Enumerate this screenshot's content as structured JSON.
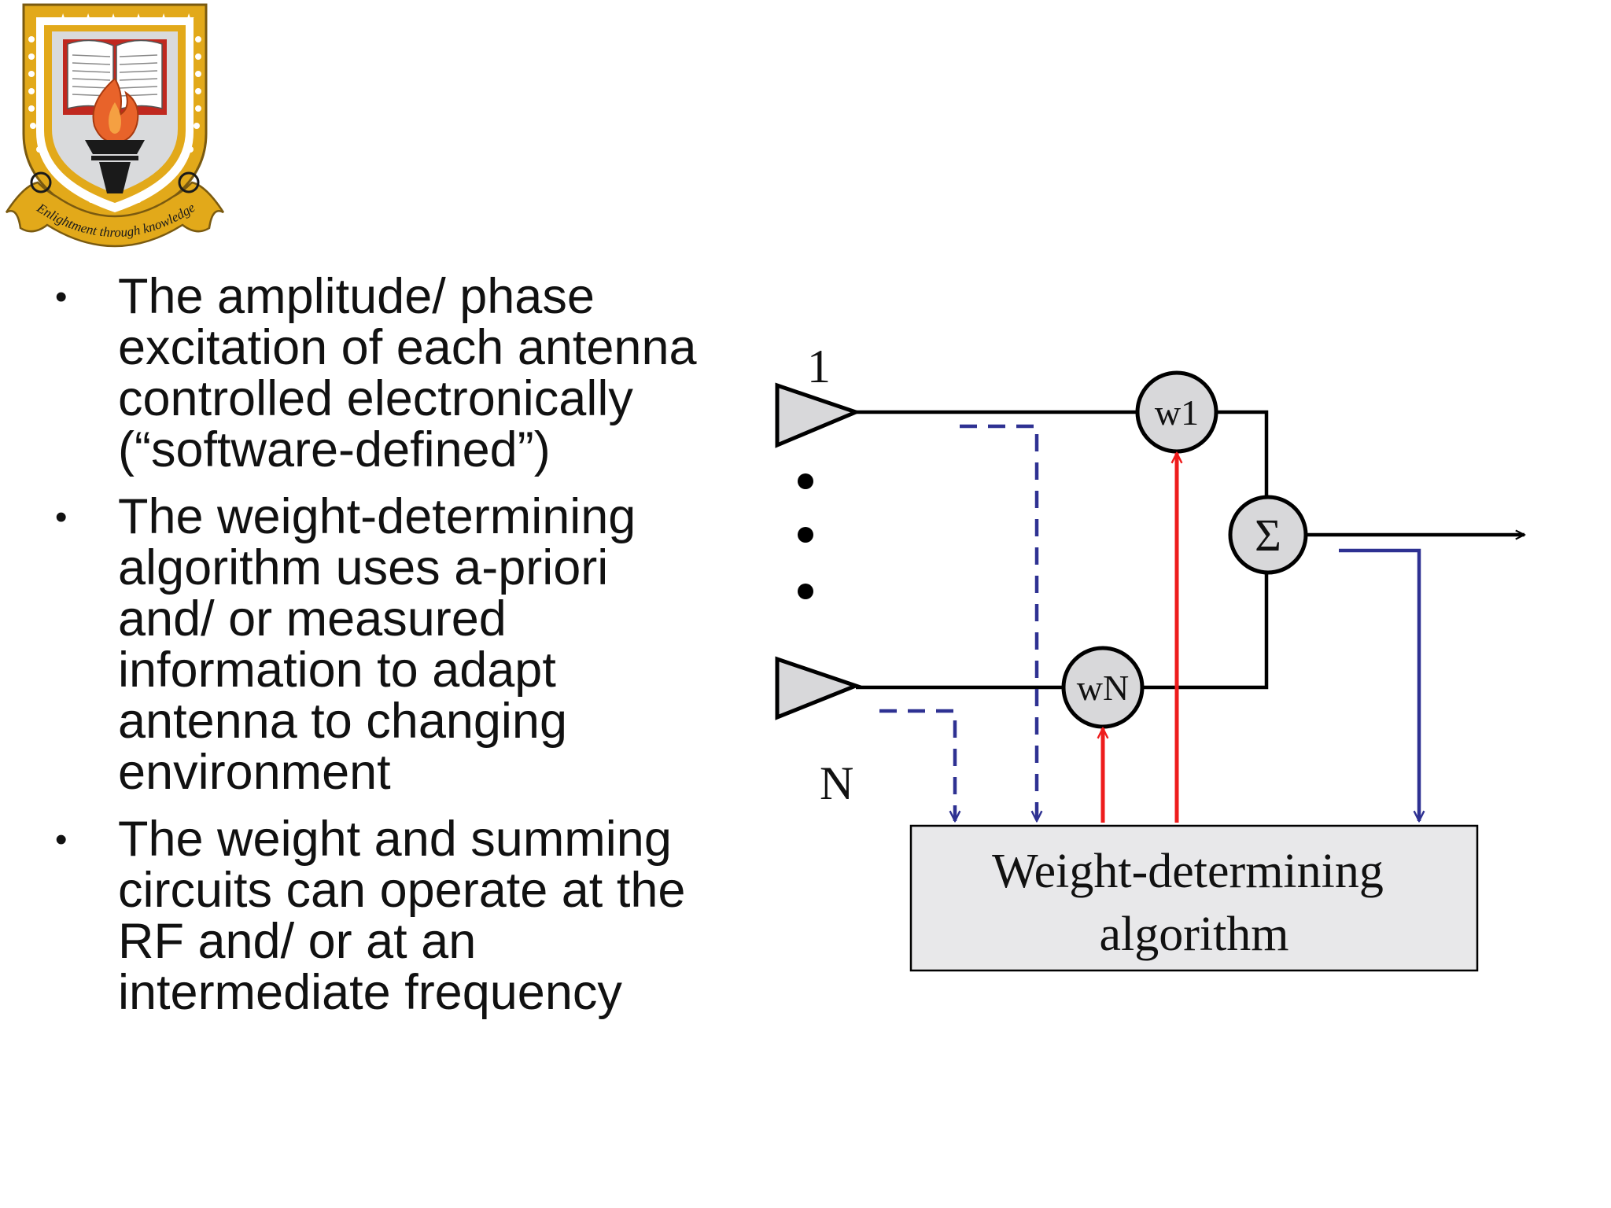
{
  "logo": {
    "name": "university-crest",
    "motto": "Enlightment through knowledge",
    "colors": {
      "gold": "#e2a91a",
      "grey": "#d9dadc",
      "red": "#c0281f",
      "flame": "#e8632a"
    }
  },
  "bullets": [
    "The amplitude/ phase excitation of each antenna controlled electronically (“software-defined”)",
    "The weight-determining algorithm uses a-priori and/ or measured information to adapt antenna to changing environment",
    "The weight and summing circuits can operate at the RF and/ or at an intermediate frequency"
  ],
  "diagram": {
    "antenna_top_label": "1",
    "antenna_bottom_label": "N",
    "weight_top": "w1",
    "weight_bottom": "wN",
    "summer": "Σ",
    "algorithm_box": [
      "Weight-determining",
      "algorithm"
    ],
    "colors": {
      "signal": "#000000",
      "weight_control": "#ee1c1c",
      "feedback": "#2e3192",
      "element_fill": "#d8d8da",
      "box_fill": "#e8e8ea"
    }
  }
}
